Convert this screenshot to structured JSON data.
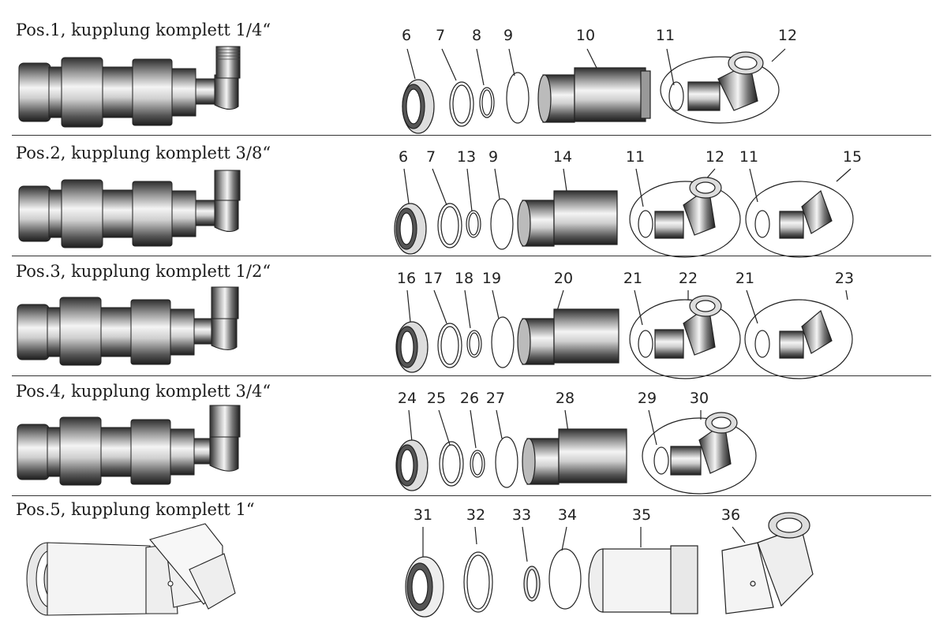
{
  "colors": {
    "line": "#222222",
    "metal_light": "#f2f2f2",
    "metal_dark": "#3a3a3a"
  },
  "rows": [
    {
      "title": "Pos.1, kupplung komplett 1/4“",
      "labels": [
        "6",
        "7",
        "8",
        "9",
        "10",
        "11",
        "12"
      ]
    },
    {
      "title": "Pos.2, kupplung komplett 3/8“",
      "labels": [
        "6",
        "7",
        "13",
        "9",
        "14",
        "11",
        "12",
        "11",
        "15"
      ]
    },
    {
      "title": "Pos.3, kupplung komplett 1/2“",
      "labels": [
        "16",
        "17",
        "18",
        "19",
        "20",
        "21",
        "22",
        "21",
        "23"
      ]
    },
    {
      "title": "Pos.4, kupplung komplett 3/4“",
      "labels": [
        "24",
        "25",
        "26",
        "27",
        "28",
        "29",
        "30"
      ]
    },
    {
      "title": "Pos.5, kupplung komplett 1“",
      "labels": [
        "31",
        "32",
        "33",
        "34",
        "35",
        "36"
      ]
    }
  ]
}
